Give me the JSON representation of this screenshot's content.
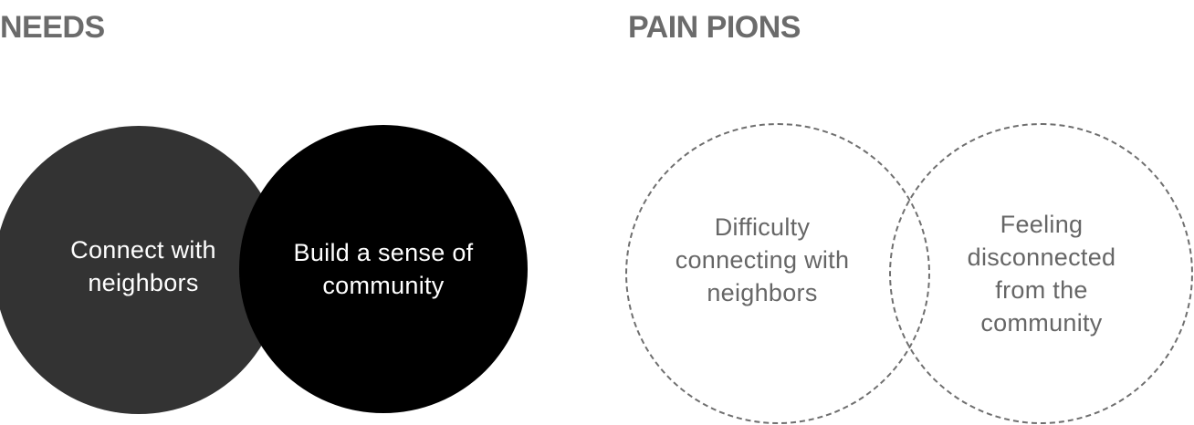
{
  "needs": {
    "title": "NEEDS",
    "items": [
      {
        "lines": [
          "Connect with",
          "neighbors"
        ],
        "fill_color": "#333333",
        "text_color": "#ffffff"
      },
      {
        "lines": [
          "Build a sense of",
          "community"
        ],
        "fill_color": "#000000",
        "text_color": "#ffffff"
      }
    ]
  },
  "pain_points": {
    "title": "PAIN PIONS",
    "items": [
      {
        "lines": [
          "Difficulty",
          "connecting with",
          "neighbors"
        ],
        "border_color": "#6f6f6f",
        "text_color": "#666666"
      },
      {
        "lines": [
          "Feeling",
          "disconnected",
          "from the",
          "community"
        ],
        "border_color": "#6f6f6f",
        "text_color": "#666666"
      }
    ]
  }
}
